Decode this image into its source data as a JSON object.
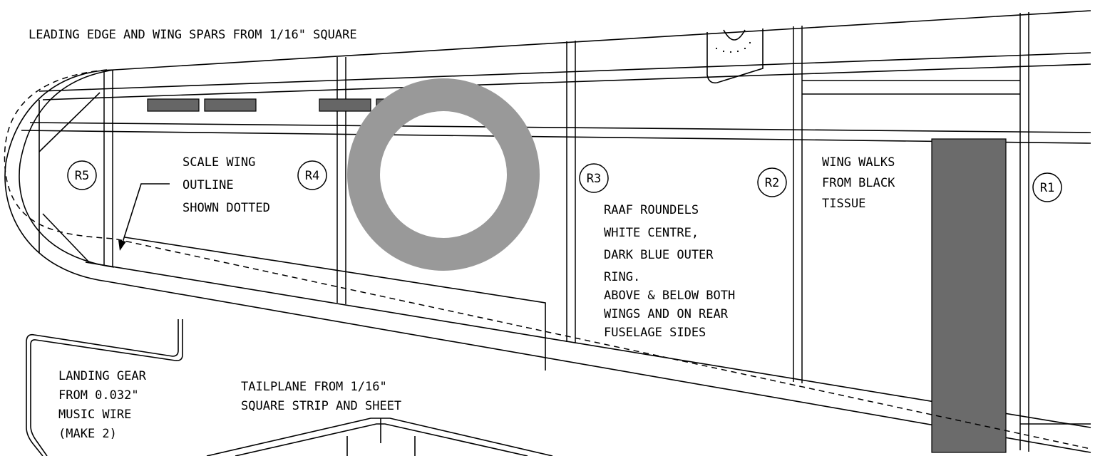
{
  "notes": {
    "leading_edge": "LEADING EDGE AND WING SPARS FROM 1/16\" SQUARE",
    "scale_wing": [
      "SCALE WING",
      "OUTLINE",
      "SHOWN DOTTED"
    ],
    "wing_walks": [
      "WING WALKS",
      "FROM BLACK",
      "TISSUE"
    ],
    "roundels": [
      "RAAF ROUNDELS",
      "WHITE CENTRE,",
      "DARK BLUE OUTER",
      "RING.",
      "ABOVE & BELOW BOTH",
      "WINGS AND ON REAR",
      "FUSELAGE SIDES"
    ],
    "landing_gear": [
      "LANDING GEAR",
      "FROM 0.032\"",
      "MUSIC WIRE",
      "(MAKE 2)"
    ],
    "tailplane": [
      "TAILPLANE FROM 1/16\"",
      "SQUARE STRIP AND SHEET"
    ]
  },
  "ribs": {
    "r1": "R1",
    "r2": "R2",
    "r3": "R3",
    "r4": "R4",
    "r5": "R5"
  },
  "colors": {
    "ink": "#000000",
    "roundel": "#999999",
    "wing_walk": "#6b6b6b",
    "stripe": "#666666"
  }
}
